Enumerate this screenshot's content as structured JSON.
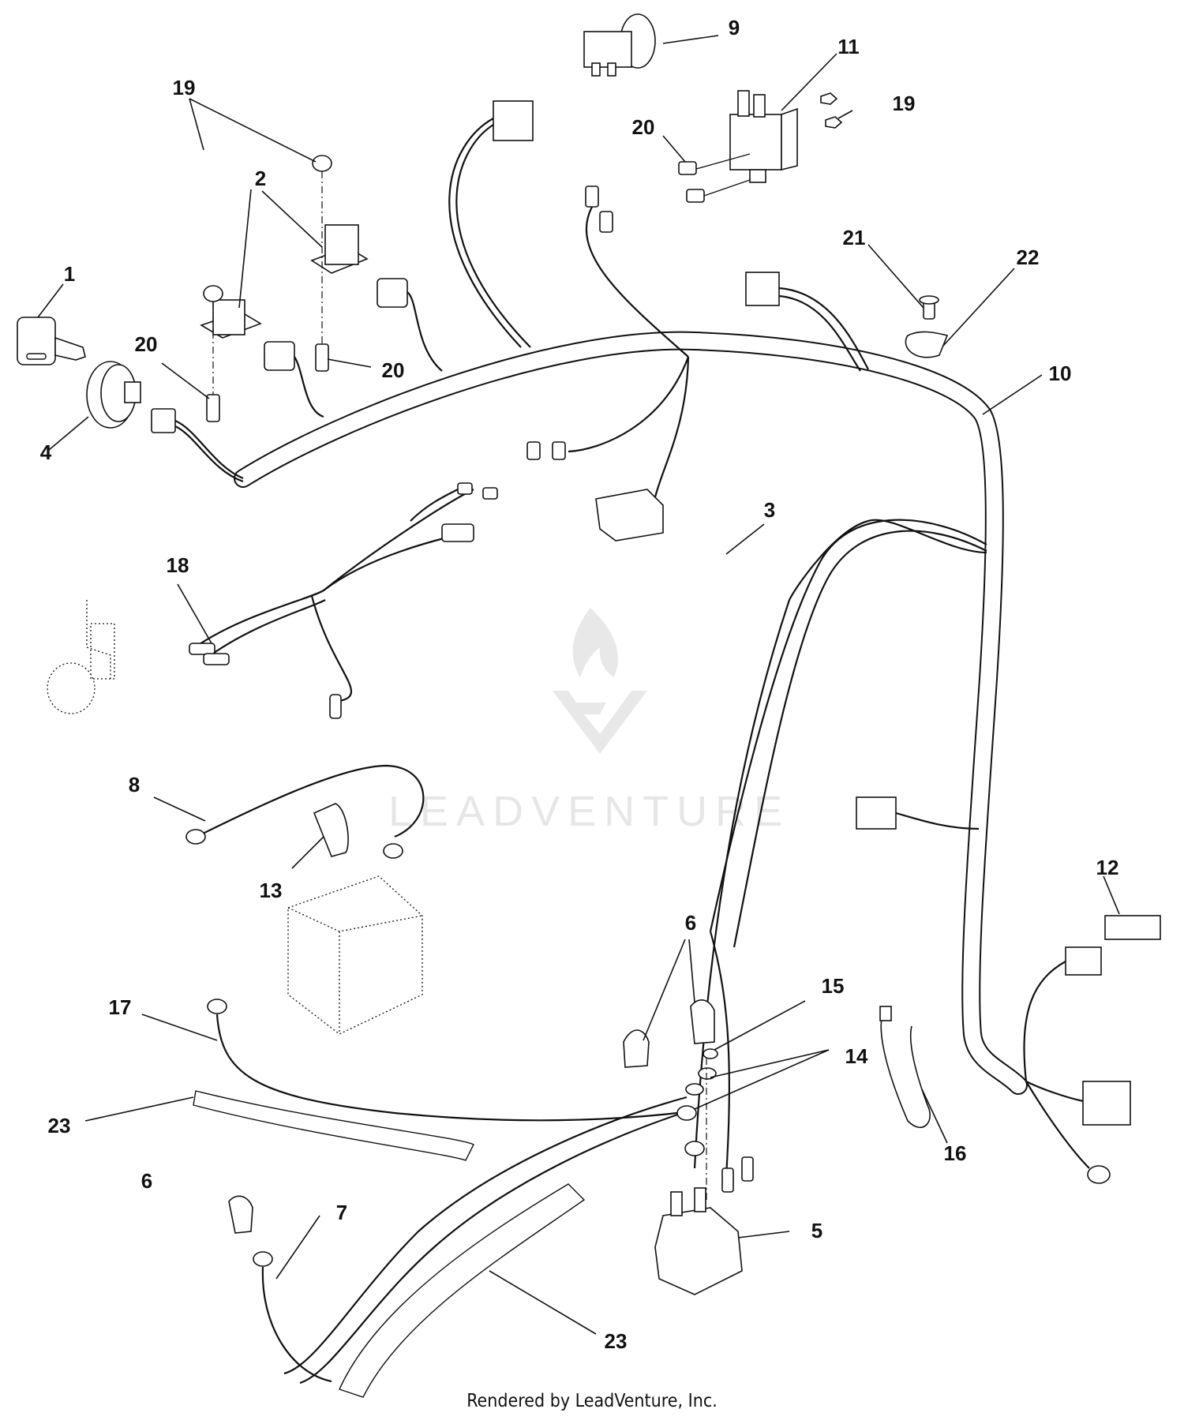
{
  "footer_text": "Rendered by LeadVenture, Inc.",
  "watermark_text": "LEADVENTURE",
  "callouts": [
    {
      "id": "1",
      "label": "1"
    },
    {
      "id": "2",
      "label": "2"
    },
    {
      "id": "3",
      "label": "3"
    },
    {
      "id": "4",
      "label": "4"
    },
    {
      "id": "5",
      "label": "5"
    },
    {
      "id": "6a",
      "label": "6"
    },
    {
      "id": "6b",
      "label": "6"
    },
    {
      "id": "7",
      "label": "7"
    },
    {
      "id": "8",
      "label": "8"
    },
    {
      "id": "9",
      "label": "9"
    },
    {
      "id": "10",
      "label": "10"
    },
    {
      "id": "11",
      "label": "11"
    },
    {
      "id": "12",
      "label": "12"
    },
    {
      "id": "13",
      "label": "13"
    },
    {
      "id": "14",
      "label": "14"
    },
    {
      "id": "15",
      "label": "15"
    },
    {
      "id": "16",
      "label": "16"
    },
    {
      "id": "17",
      "label": "17"
    },
    {
      "id": "18",
      "label": "18"
    },
    {
      "id": "19a",
      "label": "19"
    },
    {
      "id": "19b",
      "label": "19"
    },
    {
      "id": "20a",
      "label": "20"
    },
    {
      "id": "20b",
      "label": "20"
    },
    {
      "id": "20c",
      "label": "20"
    },
    {
      "id": "21",
      "label": "21"
    },
    {
      "id": "22",
      "label": "22"
    },
    {
      "id": "23a",
      "label": "23"
    },
    {
      "id": "23b",
      "label": "23"
    }
  ]
}
